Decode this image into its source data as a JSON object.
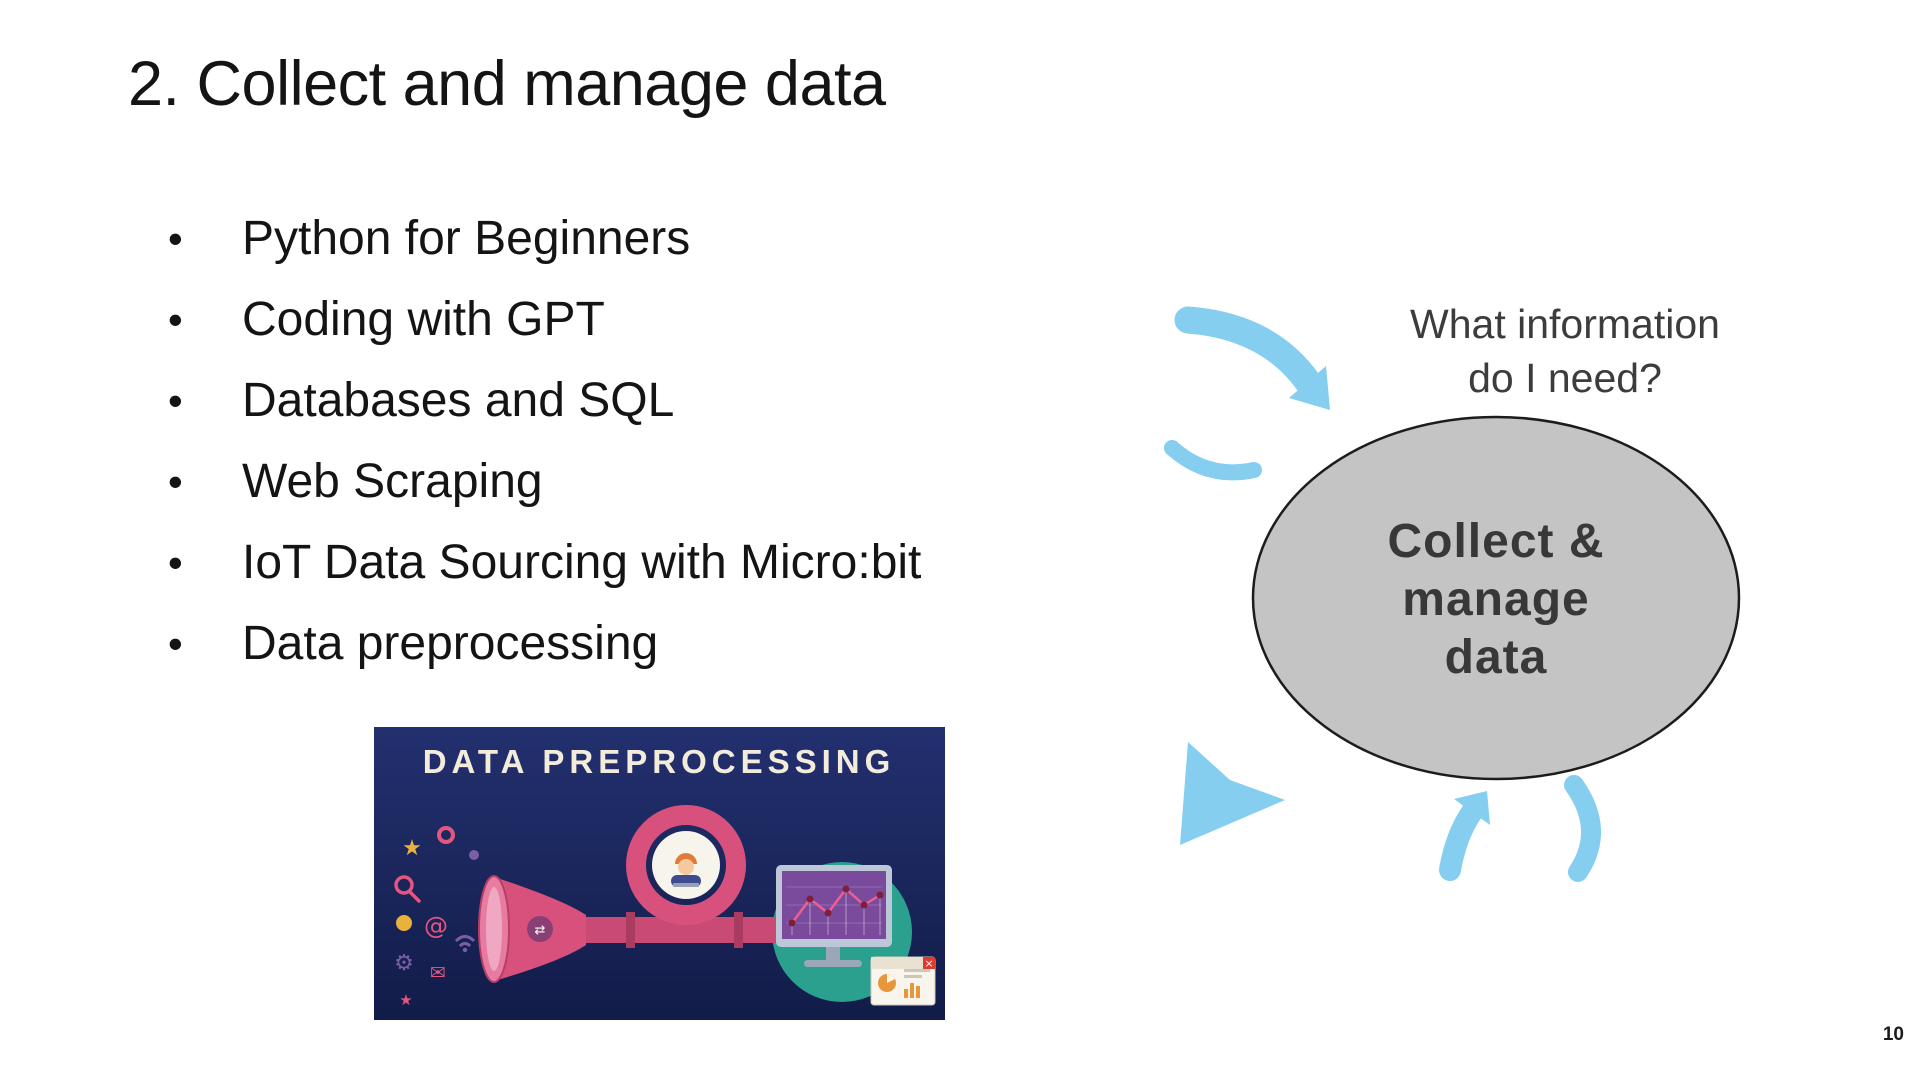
{
  "slide": {
    "title": "2. Collect and manage data",
    "page_number": "10",
    "background_color": "#ffffff"
  },
  "bullets": {
    "marker": "•",
    "items": [
      "Python for Beginners",
      "Coding with GPT",
      "Databases and SQL",
      "Web Scraping",
      "IoT Data Sourcing with Micro:bit",
      "Data preprocessing"
    ]
  },
  "preprocessing_graphic": {
    "title": "DATA PREPROCESSING",
    "colors": {
      "background_top": "#23306f",
      "background_bottom": "#121c49",
      "title_text": "#f3ecdb",
      "funnel_pink": "#d8517d",
      "pipe_pink": "#c94b75",
      "teal_circle": "#2ba08e",
      "screen_purple": "#7a4b9d",
      "accent_yellow": "#e8b23d",
      "accent_purple": "#7b5ea7",
      "chart_line_pink": "#ef5f8d"
    },
    "icons": {
      "star": "★",
      "gear": "⚙",
      "at": "@",
      "envelope": "✉",
      "swap": "⇄",
      "close": "×"
    }
  },
  "process_diagram": {
    "question_line1": "What information",
    "question_line2": "do I need?",
    "node_line1": "Collect &",
    "node_line2": "manage",
    "node_line3": "data",
    "colors": {
      "arrow_blue": "#85ceef",
      "node_fill": "#c4c4c4",
      "node_border": "#1c1c1c",
      "text": "#3c3c3c"
    }
  }
}
